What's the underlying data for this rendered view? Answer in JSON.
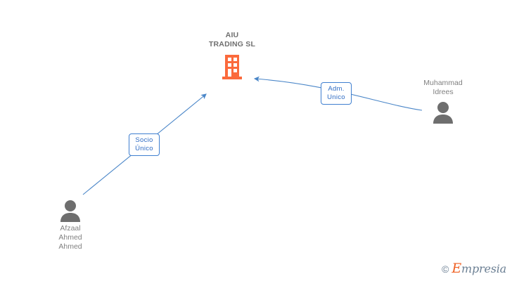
{
  "diagram": {
    "type": "ownership-graph",
    "background": "#ffffff",
    "colors": {
      "company_icon": "#fb6a3c",
      "person_icon": "#6e6e6e",
      "edge": "#4a86c8",
      "edge_label_border": "#3f7fd0",
      "edge_label_text": "#2f6cc4",
      "company_title_text": "#6f6f6f",
      "person_label_text": "#808080",
      "watermark_accent": "#ef6124",
      "watermark_text": "#6b7f93"
    }
  },
  "company": {
    "name": "AIU\nTRADING SL",
    "icon": "building-icon"
  },
  "persons": [
    {
      "id": "afzaal",
      "name": "Afzaal\nAhmed\nAhmed",
      "icon": "person-icon"
    },
    {
      "id": "muhammad",
      "name": "Muhammad\nIdrees",
      "icon": "person-icon"
    }
  ],
  "relations": [
    {
      "id": "socio",
      "label": "Socio\nÚnico",
      "from": "afzaal",
      "to": "company"
    },
    {
      "id": "adm",
      "label": "Adm.\nUnico",
      "from": "muhammad",
      "to": "company"
    }
  ],
  "watermark": {
    "copyright": "©",
    "brand_initial": "E",
    "brand_rest": "mpresia"
  }
}
